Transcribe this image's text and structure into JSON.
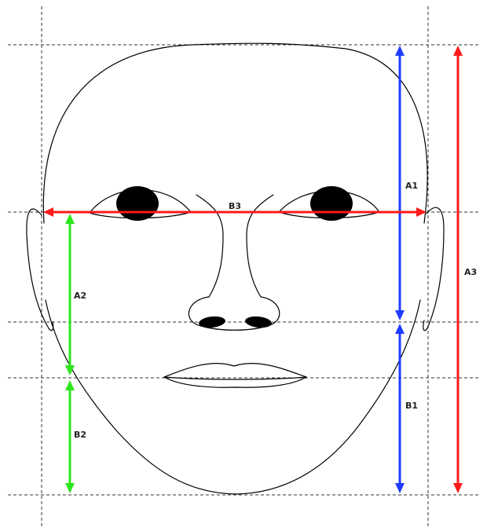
{
  "labels": {
    "a1": "A1",
    "a2": "A2",
    "a3": "A3",
    "b1": "B1",
    "b2": "B2",
    "b3": "B3"
  },
  "colors": {
    "a1": "#1f3cff",
    "b1": "#1f3cff",
    "a2": "#2ee61e",
    "b2": "#2ee61e",
    "a3": "#ff1a1a",
    "b3": "#ff1a1a"
  },
  "reference_lines": [
    "top-of-head",
    "eye-line",
    "base-of-nose",
    "mouth-line",
    "chin",
    "left-face-edge",
    "right-face-edge"
  ]
}
